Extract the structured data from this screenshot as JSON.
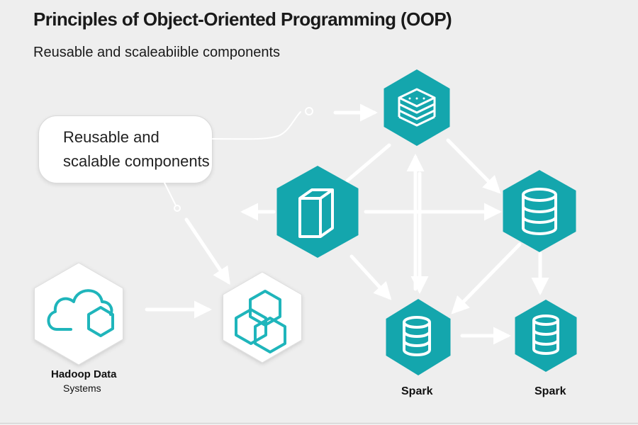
{
  "title": "Principles of Object-Oriented Programming (OOP)",
  "subtitle": "Reusable and scaleabiible components",
  "callout": {
    "line1": "Reusable and",
    "line2": "scalable components"
  },
  "nodes": {
    "hadoop": {
      "icon": "cloud-hexagon-icon",
      "label_line1": "Hadoop Data",
      "label_line2": "Systems"
    },
    "cluster": {
      "icon": "hexagon-cluster-icon"
    },
    "top": {
      "icon": "server-stack-icon"
    },
    "center": {
      "icon": "cube-icon"
    },
    "right": {
      "icon": "database-icon"
    },
    "spark_left": {
      "icon": "database-icon",
      "label": "Spark"
    },
    "spark_right": {
      "icon": "database-icon",
      "label": "Spark"
    }
  },
  "colors": {
    "teal": "#14a6ad",
    "teal_outline": "#1fb5bb",
    "icon_stroke": "#ffffff",
    "arrow": "#ffffff",
    "background": "#eeeeee"
  }
}
